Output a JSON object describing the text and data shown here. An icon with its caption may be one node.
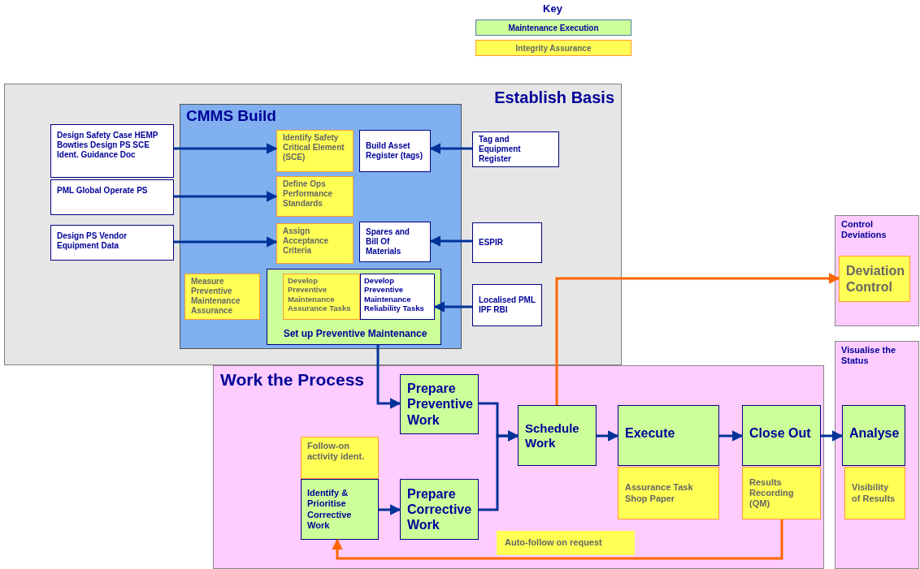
{
  "diagram": {
    "nodes": [
      {
        "text": [
          "Establish Basis"
        ]
      },
      {
        "text": [
          "CMMS Build"
        ],
        "in": 0
      },
      {
        "text": [
          "Design Safety Case HEMP Bowties Design PS SCE Ident. Guidance Doc"
        ],
        "in": 0
      },
      {
        "text": [
          "PML Global Operate PS"
        ],
        "in": 0
      },
      {
        "text": [
          "Design PS Vendor Equipment Data"
        ],
        "in": 0
      },
      {
        "text": [
          "Identify Safety Critical Element (SCE)"
        ],
        "in": 1
      },
      {
        "text": [
          "Build Asset Register (tags)"
        ],
        "in": 1
      },
      {
        "text": [
          "Tag and Equipment Register"
        ],
        "in": 0
      },
      {
        "text": [
          "Define Ops Performance Standards"
        ],
        "in": 1
      },
      {
        "text": [
          "Assign Acceptance Criteria"
        ],
        "in": 1
      },
      {
        "text": [
          "Spares and Bill Of Materials"
        ],
        "in": 1
      },
      {
        "text": [
          "ESPIR"
        ],
        "in": 0
      },
      {
        "text": [
          "Measure Preventive Maintenance Assurance"
        ],
        "in": 1
      },
      {
        "text": [
          "Set up Preventive Maintenance"
        ],
        "in": 1
      },
      {
        "text": [
          "Develop Preventive Maintenance Assurance Tasks"
        ],
        "in": 13
      },
      {
        "text": [
          "Develop Preventive Maintenance Reliability Tasks"
        ],
        "in": 13
      },
      {
        "text": [
          "Localised PML IPF RBI"
        ],
        "in": 0
      },
      {
        "text": [
          "Control Deviations"
        ]
      },
      {
        "text": [
          "Deviation Control"
        ],
        "in": 17
      },
      {
        "text": [
          "Work the Process"
        ]
      },
      {
        "text": [
          "Prepare Preventive Work"
        ],
        "in": 19
      },
      {
        "text": [
          "Follow-on activity ident."
        ],
        "in": 19
      },
      {
        "text": [
          "Identify & Prioritise Corrective Work"
        ],
        "in": 19
      },
      {
        "text": [
          "Prepare Corrective Work"
        ],
        "in": 19
      },
      {
        "text": [
          "Schedule Work"
        ],
        "in": 19
      },
      {
        "text": [
          "Execute"
        ],
        "in": 19
      },
      {
        "text": [
          "Assurance Task Shop Paper"
        ],
        "in": 19
      },
      {
        "text": [
          "Close Out"
        ],
        "in": 19
      },
      {
        "text": [
          "Results Recording (QM)"
        ],
        "in": 19
      },
      {
        "text": [
          "Auto-follow on request"
        ],
        "in": 19
      },
      {
        "text": [
          "Visualise the Status"
        ]
      },
      {
        "text": [
          "Analyse"
        ],
        "in": 30
      },
      {
        "text": [
          "Visibility of Results"
        ],
        "in": 30
      }
    ],
    "edges": [
      {
        "from": 2,
        "to": 5,
        "arrow": "to"
      },
      {
        "from": 3,
        "to": 8,
        "arrow": "to"
      },
      {
        "from": 4,
        "to": 9,
        "arrow": "to"
      },
      {
        "from": 7,
        "to": 6,
        "arrow": "to"
      },
      {
        "from": 11,
        "to": 10,
        "arrow": "to"
      },
      {
        "from": 16,
        "to": 15,
        "arrow": "to"
      },
      {
        "from": 13,
        "to": 20,
        "arrow": "to"
      },
      {
        "from": 20,
        "to": 24,
        "arrow": "to"
      },
      {
        "from": 23,
        "to": 24,
        "arrow": "to"
      },
      {
        "from": 22,
        "to": 23,
        "arrow": "to"
      },
      {
        "from": 24,
        "to": 18,
        "arrow": "to",
        "color": "#ff6600"
      },
      {
        "from": 24,
        "to": 25,
        "arrow": "to"
      },
      {
        "from": 25,
        "to": 27,
        "arrow": "to"
      },
      {
        "from": 27,
        "to": 31,
        "arrow": "to"
      },
      {
        "from": 28,
        "to": 22,
        "arrow": "to",
        "color": "#ff6600"
      }
    ],
    "labels": [
      "Key"
    ],
    "legend": [
      {
        "text": "Maintenance Execution",
        "color": "#ccff99"
      },
      {
        "text": "Integrity Assurance",
        "color": "#ffff55"
      }
    ]
  }
}
